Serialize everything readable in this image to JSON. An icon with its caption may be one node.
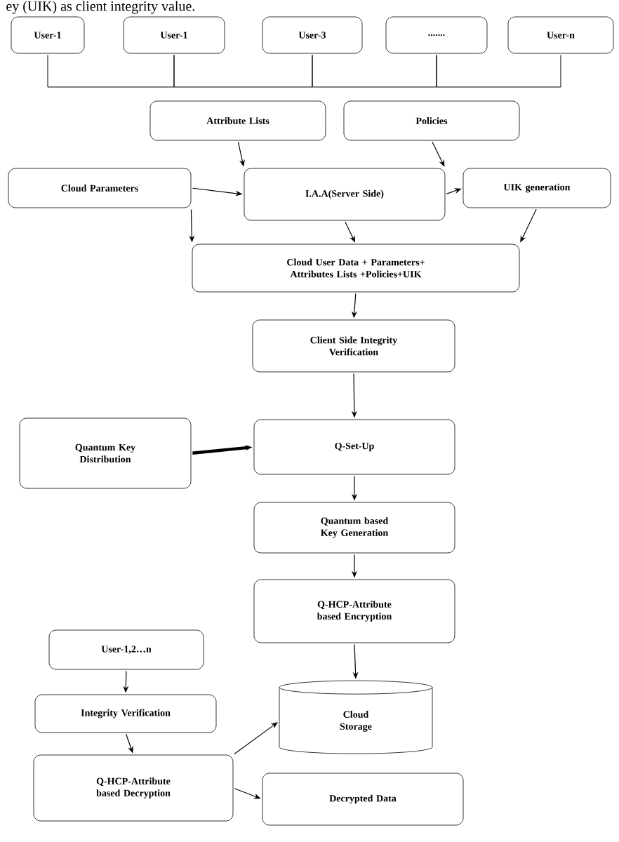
{
  "diagram": {
    "nodes": [
      {
        "text": [
          "User-1"
        ]
      },
      {
        "text": [
          "User-1"
        ]
      },
      {
        "text": [
          "User-3"
        ]
      },
      {
        "text": [
          "......."
        ]
      },
      {
        "text": [
          "User-n"
        ]
      },
      {
        "text": [
          "Attribute Lists"
        ]
      },
      {
        "text": [
          "Policies"
        ]
      },
      {
        "text": [
          "Cloud Parameters"
        ]
      },
      {
        "text": [
          "I.A.A(Server Side)"
        ]
      },
      {
        "text": [
          "UIK generation"
        ]
      },
      {
        "text": [
          "Cloud User Data + Parameters+ Attributes Lists +Policies+UIK"
        ]
      },
      {
        "text": [
          "Client Side Integrity Verification"
        ]
      },
      {
        "text": [
          "Quantum Key Distribution"
        ]
      },
      {
        "text": [
          "Q-Set-Up"
        ]
      },
      {
        "text": [
          "Quantum based Key Generation"
        ]
      },
      {
        "text": [
          "Q-HCP-Attribute based Encryption"
        ]
      },
      {
        "text": [
          "User-1,2…n"
        ]
      },
      {
        "text": [
          "Integrity Verification"
        ]
      },
      {
        "text": [
          "Q-HCP-Attribute based Decryption"
        ]
      },
      {
        "text": [
          "Cloud Storage"
        ]
      },
      {
        "text": [
          "Decrypted Data"
        ]
      }
    ],
    "edges": [
      {
        "from": 0,
        "to": 1,
        "arrow": "none"
      },
      {
        "from": 1,
        "to": 2,
        "arrow": "none"
      },
      {
        "from": 2,
        "to": 3,
        "arrow": "none"
      },
      {
        "from": 3,
        "to": 4,
        "arrow": "none"
      },
      {
        "from": 5,
        "to": 8,
        "arrow": "to"
      },
      {
        "from": 6,
        "to": 8,
        "arrow": "to"
      },
      {
        "from": 7,
        "to": 8,
        "arrow": "to"
      },
      {
        "from": 8,
        "to": 9,
        "arrow": "to"
      },
      {
        "from": 7,
        "to": 10,
        "arrow": "to"
      },
      {
        "from": 9,
        "to": 10,
        "arrow": "to"
      },
      {
        "from": 8,
        "to": 10,
        "arrow": "to"
      },
      {
        "from": 10,
        "to": 11,
        "arrow": "to"
      },
      {
        "from": 11,
        "to": 13,
        "arrow": "to"
      },
      {
        "from": 12,
        "to": 13,
        "arrow": "to",
        "style": "thick"
      },
      {
        "from": 13,
        "to": 14,
        "arrow": "to"
      },
      {
        "from": 14,
        "to": 15,
        "arrow": "to"
      },
      {
        "from": 15,
        "to": 19,
        "arrow": "to"
      },
      {
        "from": 16,
        "to": 17,
        "arrow": "to"
      },
      {
        "from": 17,
        "to": 18,
        "arrow": "to"
      },
      {
        "from": 18,
        "to": 19,
        "arrow": "to"
      },
      {
        "from": 18,
        "to": 20,
        "arrow": "to"
      }
    ],
    "labels": [
      "ey (UIK) as client integrity value."
    ]
  }
}
